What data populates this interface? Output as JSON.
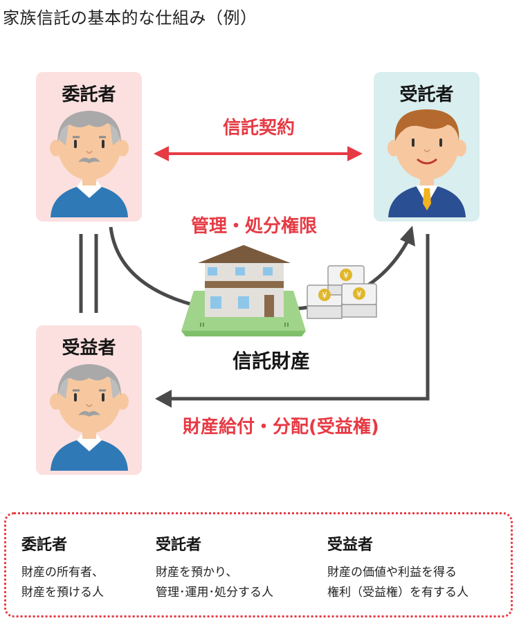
{
  "title": "家族信託の基本的な仕組み（例）",
  "roles": {
    "settlor": "委託者",
    "trustee": "受託者",
    "beneficiary": "受益者"
  },
  "labels": {
    "trust_contract": "信託契約",
    "management": "管理・処分権限",
    "trust_property": "信託財産",
    "distribution": "財産給付・分配(受益権)"
  },
  "legend": [
    {
      "term": "委託者",
      "desc1": "財産の所有者、",
      "desc2": "財産を預ける人"
    },
    {
      "term": "受託者",
      "desc1": "財産を預かり、",
      "desc2": "管理･運用･処分する人"
    },
    {
      "term": "受益者",
      "desc1": "財産の価値や利益を得る",
      "desc2": "権利（受益権）を有する人"
    }
  ],
  "colors": {
    "accent": "#e63a44",
    "card_pink": "#fbe0df",
    "card_mint": "#d9eeee",
    "arrow_gray": "#4a4a4a"
  }
}
